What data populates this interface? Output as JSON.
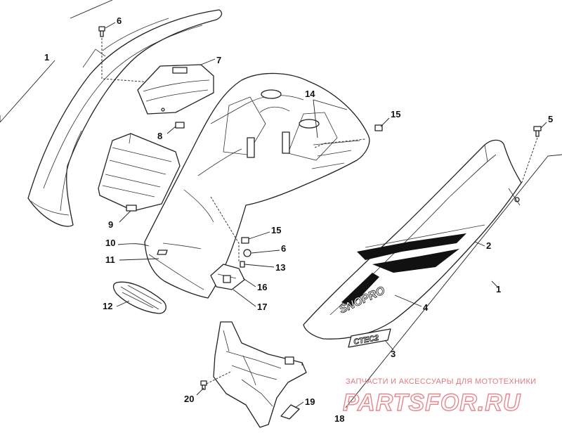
{
  "diagram": {
    "callouts": {
      "c1_left": "1",
      "c1_right": "1",
      "c2": "2",
      "c3": "3",
      "c4": "4",
      "c5": "5",
      "c6_top": "6",
      "c6_mid": "6",
      "c7": "7",
      "c8": "8",
      "c9": "9",
      "c10": "10",
      "c11": "11",
      "c12": "12",
      "c13": "13",
      "c14": "14",
      "c15_top": "15",
      "c15_mid": "15",
      "c16": "16",
      "c17": "17",
      "c18": "18",
      "c19": "19",
      "c20": "20"
    },
    "decals": {
      "side_logo": "SNOPRO",
      "small_badge": "CTEC2"
    }
  },
  "watermark": {
    "caption": "ЗАПЧАСТИ И АКСЕССУАРЫ ДЛЯ МОТОТЕХНИКИ",
    "brand": "PARTSFOR.RU",
    "color": "#e6868c"
  }
}
